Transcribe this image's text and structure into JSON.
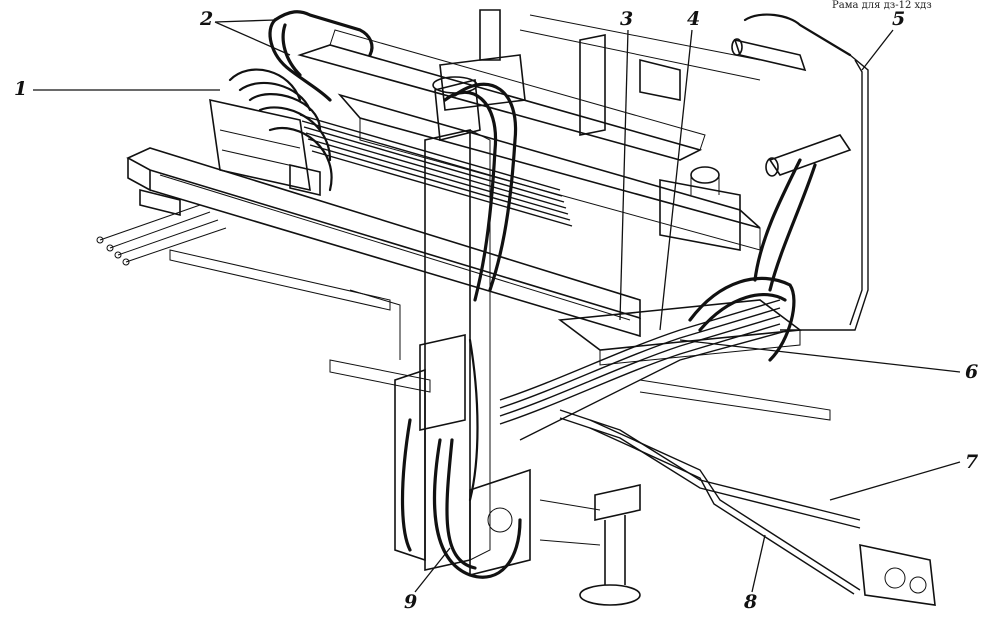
{
  "corner_note": "Рама для дз-12 хдз",
  "callouts": [
    "1",
    "2",
    "3",
    "4",
    "5",
    "6",
    "7",
    "8",
    "9"
  ]
}
